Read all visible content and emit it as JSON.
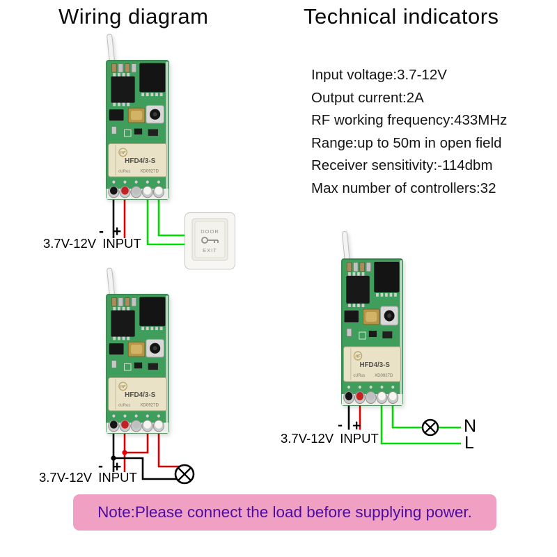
{
  "header": {
    "left_title": "Wiring diagram",
    "right_title": "Technical indicators"
  },
  "specs": [
    "Input voltage:3.7-12V",
    "Output current:2A",
    "RF working frequency:433MHz",
    "Range:up to 50m in open field",
    "Receiver sensitivity:-114dbm",
    "Max number of controllers:32"
  ],
  "board": {
    "relay_brand": "HF",
    "relay_model": "HFD4/3-S",
    "relay_cert": "cURus",
    "relay_code": "XD0927D"
  },
  "door_button": {
    "top": "DOOR",
    "bottom": "EXIT"
  },
  "labels": {
    "input": "3.7V-12V INPUT",
    "minus": "-",
    "plus": "+",
    "neutral": "N",
    "live": "L"
  },
  "note": "Note:Please connect the load before supplying power.",
  "colors": {
    "wire_black": "#000000",
    "wire_red": "#e00000",
    "wire_green": "#00dd00",
    "pcb_green": "#3f9e5b",
    "relay_cream": "#e9e2c7",
    "note_bg": "#f0a1c3",
    "note_text": "#4c0ba0"
  }
}
